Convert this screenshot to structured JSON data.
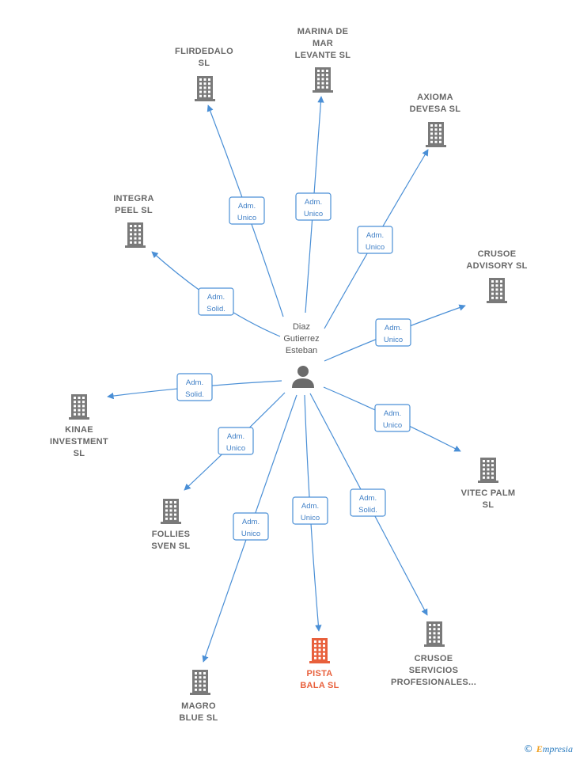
{
  "center": {
    "label_lines": [
      "Diaz",
      "Gutierrez",
      "Esteban"
    ],
    "icon": "person-icon"
  },
  "companies": [
    {
      "id": "flirdedalo",
      "label_lines": [
        "FLIRDEDALO",
        "SL"
      ],
      "role_lines": [
        "Adm.",
        "Unico"
      ],
      "highlight": false
    },
    {
      "id": "marina",
      "label_lines": [
        "MARINA DE",
        "MAR",
        "LEVANTE  SL"
      ],
      "role_lines": [
        "Adm.",
        "Unico"
      ],
      "highlight": false
    },
    {
      "id": "axioma",
      "label_lines": [
        "AXIOMA",
        "DEVESA  SL"
      ],
      "role_lines": [
        "Adm.",
        "Unico"
      ],
      "highlight": false
    },
    {
      "id": "integra",
      "label_lines": [
        "INTEGRA",
        "PEEL  SL"
      ],
      "role_lines": [
        "Adm.",
        "Solid."
      ],
      "highlight": false
    },
    {
      "id": "crusoe-adv",
      "label_lines": [
        "CRUSOE",
        "ADVISORY  SL"
      ],
      "role_lines": [
        "Adm.",
        "Unico"
      ],
      "highlight": false
    },
    {
      "id": "kinae",
      "label_lines": [
        "KINAE",
        "INVESTMENT",
        "SL"
      ],
      "role_lines": [
        "Adm.",
        "Solid."
      ],
      "highlight": false
    },
    {
      "id": "vitec",
      "label_lines": [
        "VITEC PALM",
        "SL"
      ],
      "role_lines": [
        "Adm.",
        "Unico"
      ],
      "highlight": false
    },
    {
      "id": "follies",
      "label_lines": [
        "FOLLIES",
        "SVEN SL"
      ],
      "role_lines": [
        "Adm.",
        "Unico"
      ],
      "highlight": false
    },
    {
      "id": "magro",
      "label_lines": [
        "MAGRO",
        "BLUE  SL"
      ],
      "role_lines": [
        "Adm.",
        "Unico"
      ],
      "highlight": false
    },
    {
      "id": "pista",
      "label_lines": [
        "PISTA",
        "BALA  SL"
      ],
      "role_lines": [
        "Adm.",
        "Unico"
      ],
      "highlight": true
    },
    {
      "id": "crusoe-serv",
      "label_lines": [
        "CRUSOE",
        "SERVICIOS",
        "PROFESIONALES..."
      ],
      "role_lines": [
        "Adm.",
        "Solid."
      ],
      "highlight": false
    }
  ],
  "colors": {
    "edge": "#4a8fd6",
    "building": "#7a7a7a",
    "highlight": "#e8603c",
    "person": "#6b6b6b"
  },
  "footer": {
    "copyright": "©",
    "brand_initial": "E",
    "brand_rest": "mpresia"
  }
}
